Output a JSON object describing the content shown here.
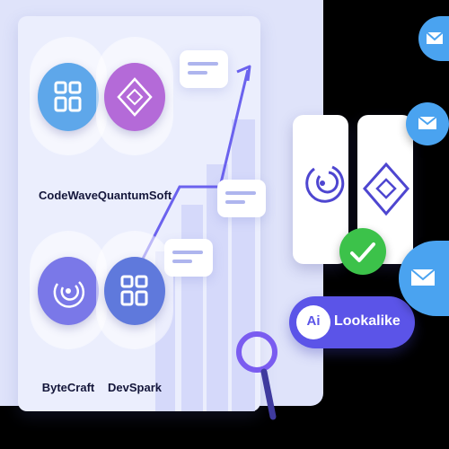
{
  "companies": [
    {
      "name": "CodeWave",
      "icon": "grid-icon",
      "color": "#5ea7ea"
    },
    {
      "name": "QuantumSoft",
      "icon": "circuit-diamond-icon",
      "color": "#b46ad8"
    },
    {
      "name": "ByteCraft",
      "icon": "radar-swirl-icon",
      "color": "#7a78e8"
    },
    {
      "name": "DevSpark",
      "icon": "grid-icon",
      "color": "#5f79dc"
    }
  ],
  "lookalike": {
    "ai_badge": "Ai",
    "label": "Lookalike"
  },
  "colors": {
    "accent": "#5b54e8",
    "check": "#3cc24a",
    "mail": "#4aa3f0",
    "search": "#7a5cf0"
  }
}
